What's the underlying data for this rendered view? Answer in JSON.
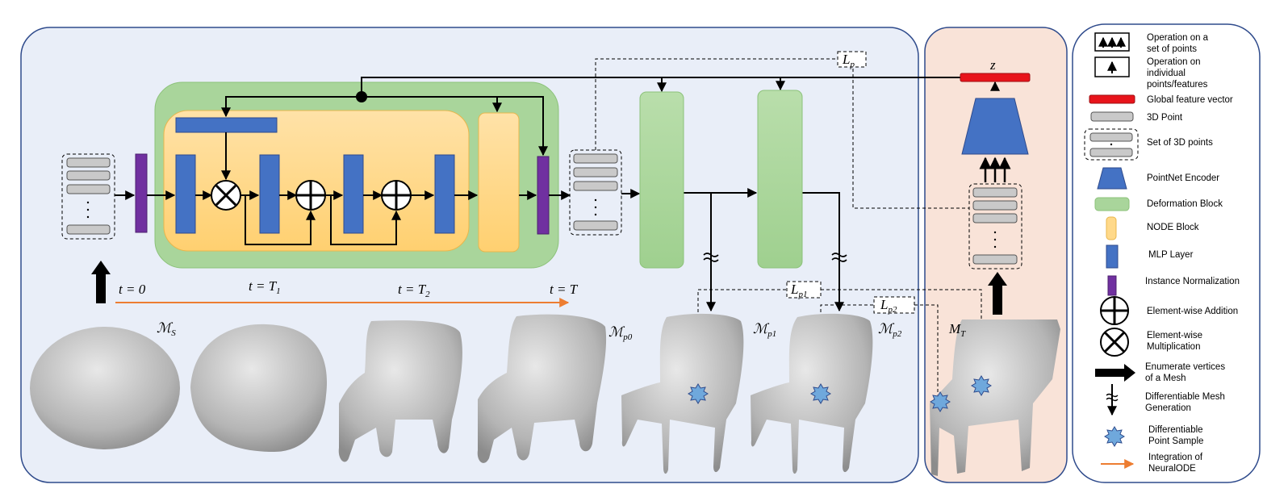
{
  "time_labels": {
    "t0": "t = 0",
    "t1": "t = T",
    "t1_sub": "1",
    "t2": "t = T",
    "t2_sub": "2",
    "tT": "t = T"
  },
  "meshes": {
    "source": "ℳ",
    "source_sub": "S",
    "p0": "ℳ",
    "p0_sub": "p0",
    "p1": "ℳ",
    "p1_sub": "p1",
    "p2": "ℳ",
    "p2_sub": "p2",
    "target": "M",
    "target_sub": "T"
  },
  "losses": {
    "lp": "L",
    "lp_sub": "p",
    "lp1": "L",
    "lp1_sub": "p1",
    "lp2": "L",
    "lp2_sub": "p2"
  },
  "latent": "z",
  "legend": [
    {
      "id": "set-op",
      "lines": [
        "Operation on a",
        "set of points"
      ]
    },
    {
      "id": "ind-op",
      "lines": [
        "Operation on",
        "individual",
        " points/features"
      ]
    },
    {
      "id": "global",
      "lines": [
        "Global feature vector"
      ]
    },
    {
      "id": "point3d",
      "lines": [
        "3D Point"
      ]
    },
    {
      "id": "set3d",
      "lines": [
        "Set of 3D points"
      ]
    },
    {
      "id": "pointnet",
      "lines": [
        "PointNet Encoder"
      ]
    },
    {
      "id": "deform",
      "lines": [
        "Deformation Block"
      ]
    },
    {
      "id": "node",
      "lines": [
        "NODE Block"
      ]
    },
    {
      "id": "mlp",
      "lines": [
        "MLP Layer"
      ]
    },
    {
      "id": "inorm",
      "lines": [
        "Instance Normalization"
      ]
    },
    {
      "id": "add",
      "lines": [
        "Element-wise Addition"
      ]
    },
    {
      "id": "mult",
      "lines": [
        "Element-wise",
        " Multiplication"
      ]
    },
    {
      "id": "enum",
      "lines": [
        "Enumerate vertices",
        "of a Mesh"
      ]
    },
    {
      "id": "diffmesh",
      "lines": [
        "Differentiable Mesh",
        "Generation"
      ]
    },
    {
      "id": "diffsample",
      "lines": [
        "Differentiable",
        "Point Sample"
      ]
    },
    {
      "id": "ode",
      "lines": [
        "Integration of",
        "NeuralODE"
      ]
    }
  ],
  "colors": {
    "main_panel": "#e9eef8",
    "encoder_panel": "#f9e3d8",
    "panel_border": "#2f4b8c",
    "green_block": "#a9d59b",
    "node_block": "#ffd98a",
    "mlp": "#4472c4",
    "inorm": "#7030a0",
    "global_vec": "#e8141b",
    "ode_arrow": "#ed7d31",
    "point_sample": "#6fa8dc"
  }
}
